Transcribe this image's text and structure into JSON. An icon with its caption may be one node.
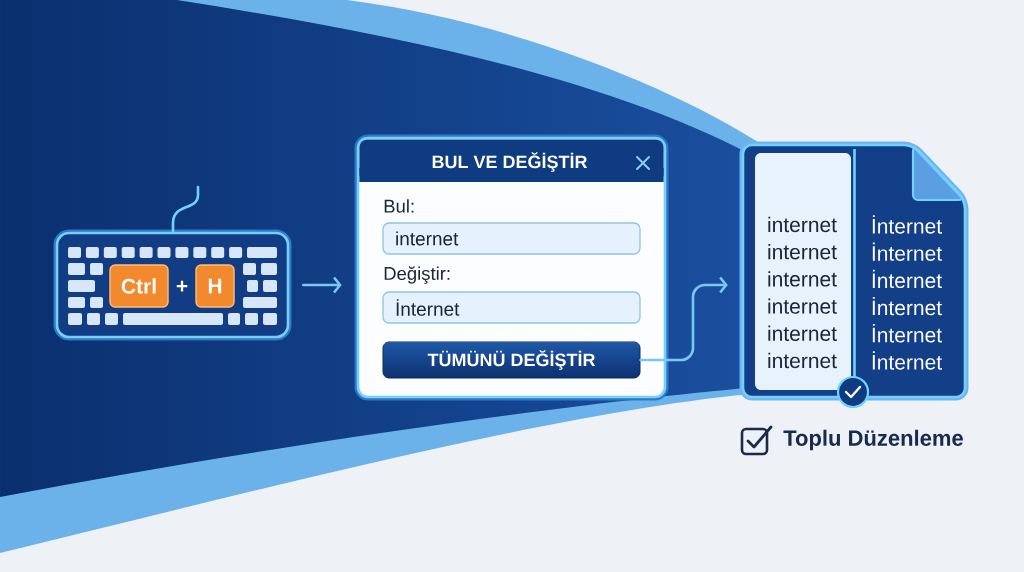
{
  "diagram": {
    "nodes": [
      {
        "text": [
          "+"
        ]
      },
      {
        "text": [
          "Ctrl"
        ],
        "in": 0
      },
      {
        "text": [
          "H"
        ],
        "in": 0
      },
      {
        "text": [
          "BUL VE DEĞİŞTİR"
        ]
      },
      {
        "text": [
          "internet"
        ],
        "in": 3,
        "beside": [
          "Bul:"
        ]
      },
      {
        "text": [
          "İnternet"
        ],
        "in": 3,
        "beside": [
          "Değiştir:"
        ]
      },
      {
        "text": [
          "TÜMÜNÜ DEĞİŞTİR"
        ],
        "in": 3
      },
      {
        "text": [],
        "shape": "document",
        "beside": [
          "Toplu Düzenleme"
        ]
      },
      {
        "text": [
          "internet",
          "internet",
          "internet",
          "internet",
          "internet",
          "internet"
        ],
        "in": 7
      },
      {
        "text": [
          "İnternet",
          "İnternet",
          "İnternet",
          "İnternet",
          "İnternet",
          "İnternet"
        ],
        "in": 7
      }
    ],
    "edges": [
      {
        "from": 0,
        "to": 3,
        "arrow": "to"
      },
      {
        "from": 6,
        "to": 7,
        "arrow": "to"
      }
    ]
  }
}
